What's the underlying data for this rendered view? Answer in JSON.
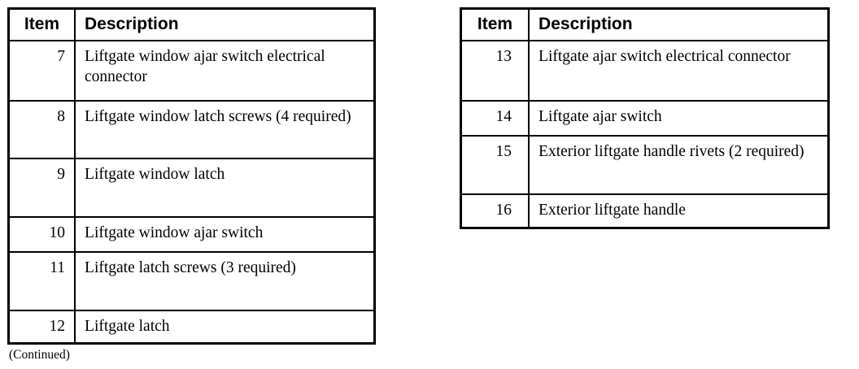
{
  "document": {
    "type": "parts-identification-table",
    "footnote": "(Continued)",
    "background_color": "#ffffff",
    "text_color": "#000000",
    "border_color": "#000000"
  },
  "tables": [
    {
      "id": "left",
      "headers": {
        "item": "Item",
        "description": "Description"
      },
      "rows": [
        {
          "item": "7",
          "description": "Liftgate window ajar switch electrical connector"
        },
        {
          "item": "8",
          "description": "Liftgate window latch screws (4 required)"
        },
        {
          "item": "9",
          "description": "Liftgate window latch"
        },
        {
          "item": "10",
          "description": "Liftgate window ajar switch"
        },
        {
          "item": "11",
          "description": "Liftgate latch screws (3 required)"
        },
        {
          "item": "12",
          "description": "Liftgate latch"
        }
      ]
    },
    {
      "id": "right",
      "headers": {
        "item": "Item",
        "description": "Description"
      },
      "rows": [
        {
          "item": "13",
          "description": "Liftgate ajar switch electrical connector"
        },
        {
          "item": "14",
          "description": "Liftgate ajar switch"
        },
        {
          "item": "15",
          "description": "Exterior liftgate handle rivets (2 required)"
        },
        {
          "item": "16",
          "description": "Exterior liftgate handle"
        }
      ]
    }
  ]
}
